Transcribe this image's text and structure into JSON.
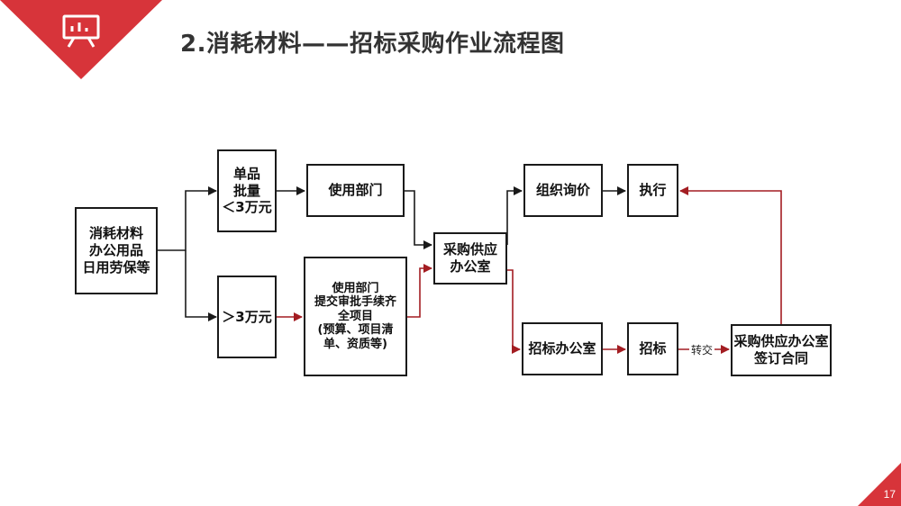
{
  "slide": {
    "title": "2.消耗材料——招标采购作业流程图",
    "page_number": "17",
    "accent_color": "#d7343a",
    "corner_icon": "presentation-board-icon"
  },
  "flow": {
    "source": "消耗材料\n办公用品\n日用劳保等",
    "small_batch": "单品\n批量\n＜3万元",
    "large_batch": "＞3万元",
    "dept_use": "使用部门",
    "dept_submit": "使用部门\n提交审批手续齐\n全项目\n(预算、项目清\n单、资质等)",
    "procurement_office": "采购供应\n办公室",
    "inquiry": "组织询价",
    "execute": "执行",
    "tender_office": "招标办公室",
    "tender": "招标",
    "transfer_label": "转交",
    "contract": "采购供应办公室\n签订合同"
  }
}
